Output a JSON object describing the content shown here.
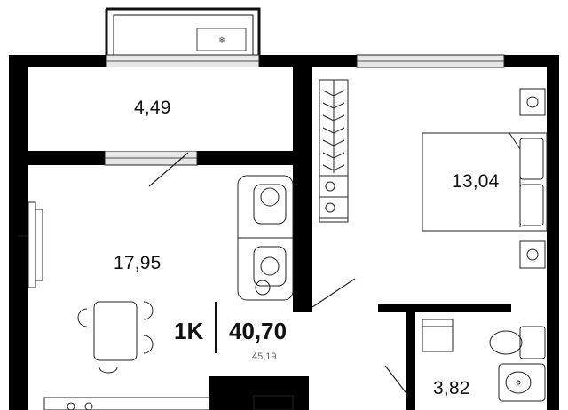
{
  "plan": {
    "rooms": [
      {
        "id": "balcony",
        "area": "4,49"
      },
      {
        "id": "living-kitchen",
        "area": "17,95"
      },
      {
        "id": "bedroom",
        "area": "13,04"
      },
      {
        "id": "bathroom",
        "area": "3,82"
      }
    ],
    "apartment_type": "1K",
    "total_area": "40,70",
    "gross_area": "45,19",
    "colors": {
      "wall": "#000000",
      "line": "#1a1a1a",
      "window": "#e6e6e6",
      "background": "#ffffff"
    },
    "icons": [
      "sofa-icon",
      "armchair-icon",
      "dining-table-icon",
      "double-bed-icon",
      "nightstand-icon",
      "wardrobe-icon",
      "washing-machine-icon",
      "toilet-icon",
      "washbasin-icon",
      "tv-icon",
      "door-swing-icon",
      "air-conditioner-icon",
      "stove-icon"
    ]
  }
}
